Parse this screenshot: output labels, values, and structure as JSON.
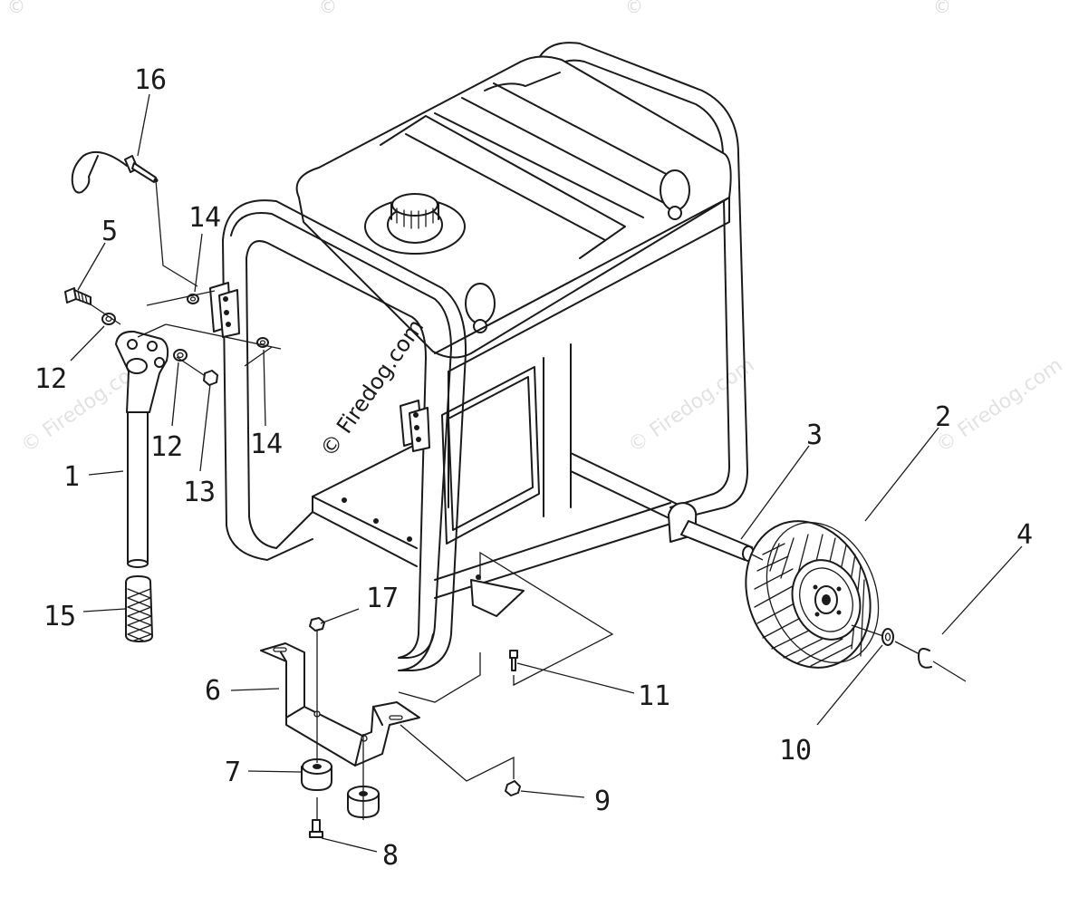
{
  "diagram": {
    "watermark_main": "© Firedog.com",
    "watermark_faint": "© Firedog.com",
    "corner_mark": "©",
    "callouts": {
      "p1": "1",
      "p2": "2",
      "p3": "3",
      "p4": "4",
      "p5": "5",
      "p6": "6",
      "p7": "7",
      "p8": "8",
      "p9": "9",
      "p10": "10",
      "p11": "11",
      "p12a": "12",
      "p12b": "12",
      "p13": "13",
      "p14a": "14",
      "p14b": "14",
      "p15": "15",
      "p16": "16",
      "p17": "17"
    }
  }
}
